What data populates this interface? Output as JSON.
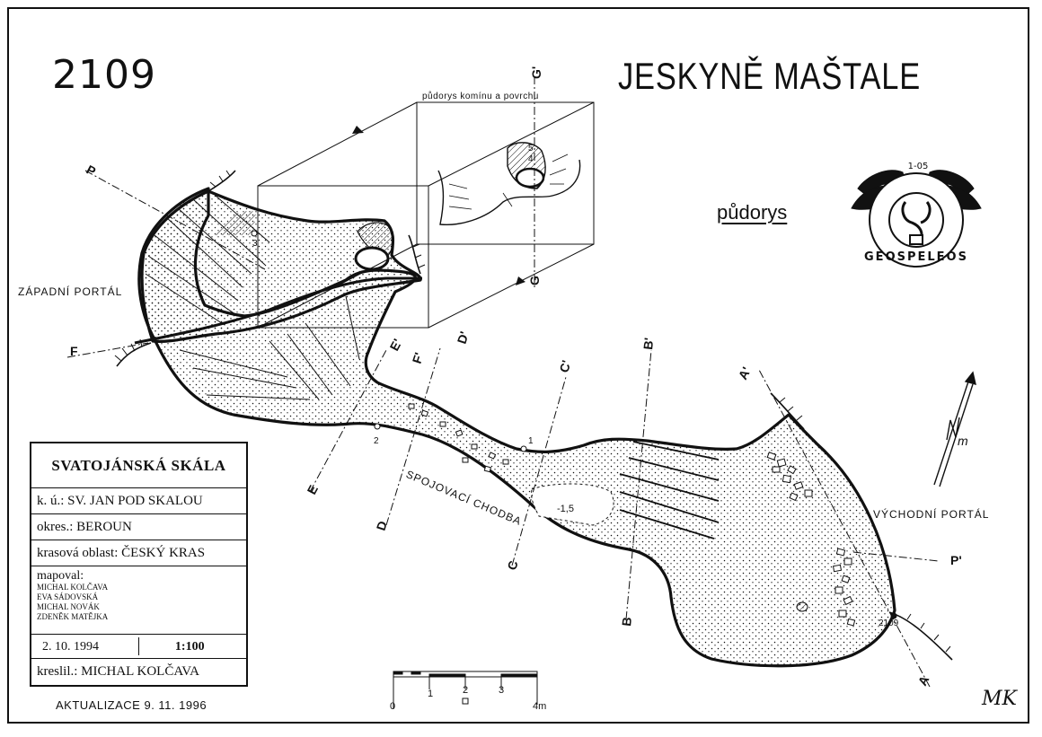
{
  "cave_number": "2109",
  "title": "JESKYNĚ MAŠTALE",
  "plan_label": "půdorys",
  "chimney_caption": "půdorys komínu a povrchu",
  "portals": {
    "west": "ZÁPADNÍ PORTÁL",
    "east": "VÝCHODNÍ PORTÁL"
  },
  "passage_label": "SPOJOVACÍ CHODBA",
  "depth_label": "-1,5",
  "logo": {
    "emblem_number": "1-05",
    "text": "GEOSPELEOS"
  },
  "north_arrow_label": "m",
  "sections": {
    "P": "P",
    "P_prime": "P'",
    "F": "F",
    "F_prime": "F'",
    "E": "E",
    "E_prime": "E'",
    "D": "D",
    "D_prime": "D'",
    "C": "C",
    "C_prime": "C'",
    "B": "B",
    "B_prime": "B'",
    "A": "A",
    "A_prime": "A'",
    "G": "G",
    "G_prime": "G'"
  },
  "survey_points": {
    "p1": "1",
    "p2": "2",
    "p3": "3",
    "p4": "4",
    "p5": "5",
    "p2109": "2109"
  },
  "info_table": {
    "locality": "SVATOJÁNSKÁ SKÁLA",
    "cadastral": "k. ú.: SV. JAN POD SKALOU",
    "district": "okres.: BEROUN",
    "karst_area": "krasová oblast: ČESKÝ KRAS",
    "mapped_by_heading": "mapoval:",
    "mappers": [
      "MICHAL KOLČAVA",
      "EVA SÁDOVSKÁ",
      "MICHAL NOVÁK",
      "ZDENĚK MATĚJKA"
    ],
    "date": "2. 10. 1994",
    "scale": "1:100",
    "drawn_by": "kreslil.: MICHAL KOLČAVA"
  },
  "update_note": "AKTUALIZACE 9. 11. 1996",
  "scale_bar": {
    "ticks": [
      "0",
      "1",
      "2",
      "3",
      "4m"
    ]
  },
  "signature": "MK"
}
